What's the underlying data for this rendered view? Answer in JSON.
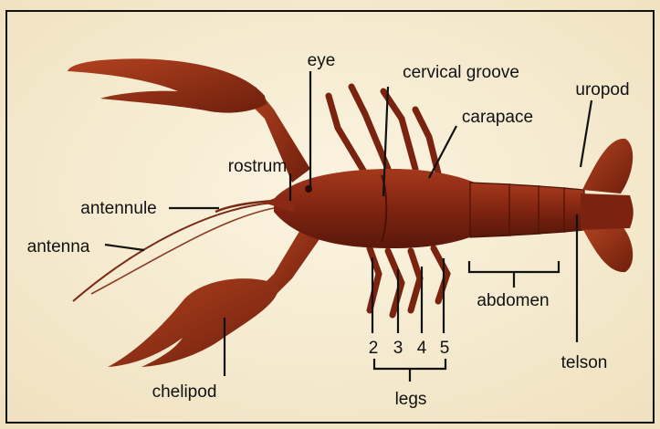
{
  "diagram": {
    "background": "#f5ecd4",
    "body_color": "#8a2a14",
    "labels": {
      "eye": "eye",
      "cervical_groove": "cervical groove",
      "carapace": "carapace",
      "uropod": "uropod",
      "rostrum": "rostrum",
      "antennule": "antennule",
      "antenna": "antenna",
      "abdomen": "abdomen",
      "telson": "telson",
      "chelipod": "chelipod",
      "legs": "legs",
      "leg_numbers": [
        "2",
        "3",
        "4",
        "5"
      ]
    }
  }
}
